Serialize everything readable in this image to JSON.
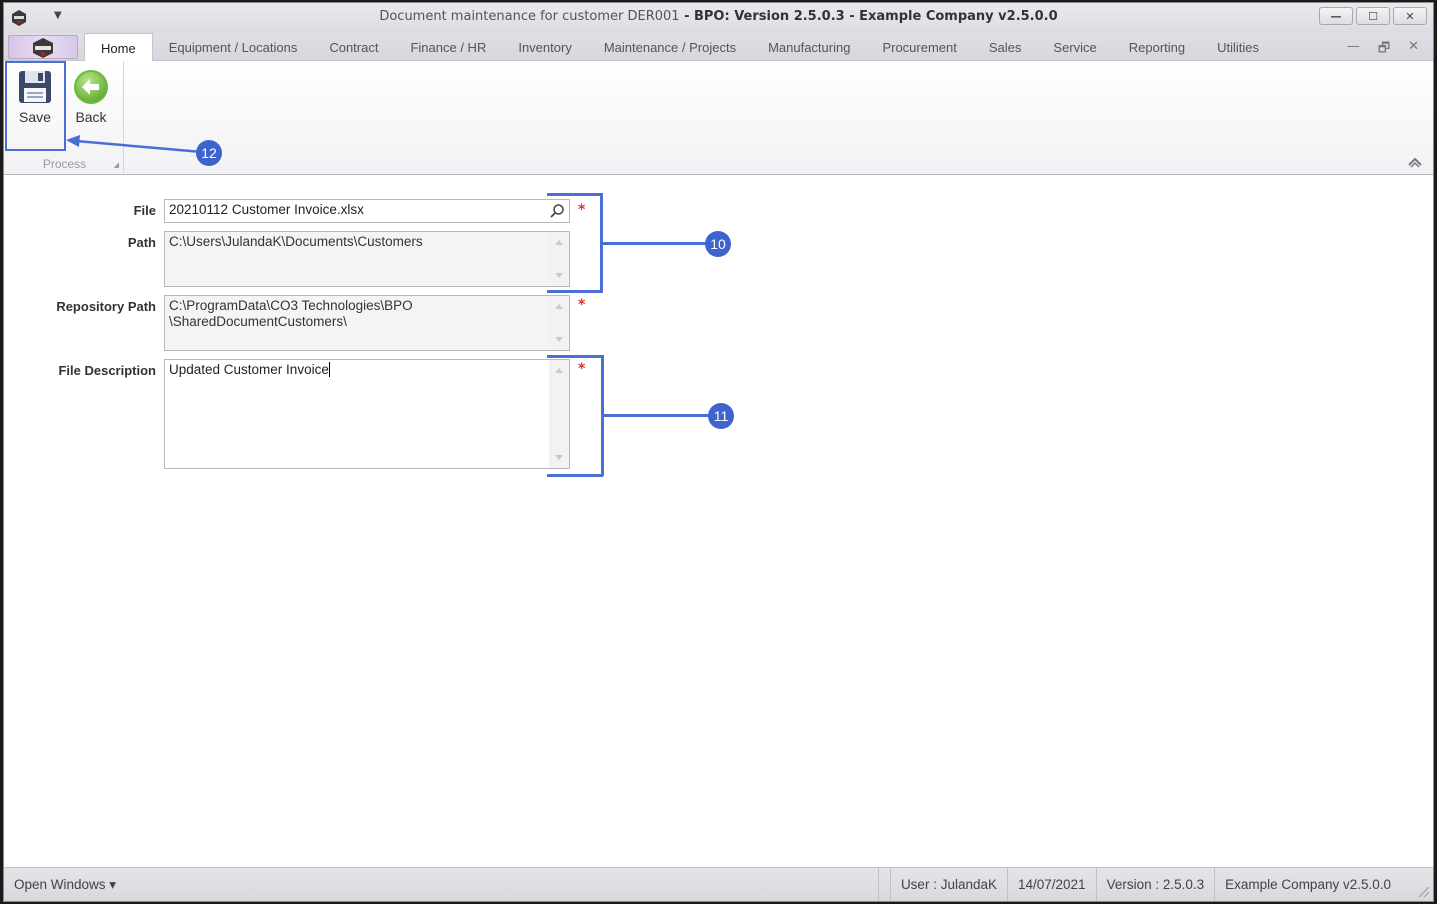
{
  "window": {
    "title_prefix": "Document maintenance for customer DER001",
    "title_suffix": " - BPO: Version 2.5.0.3 - Example Company v2.5.0.0",
    "controls": {
      "minimize": "—",
      "maximize": "☐",
      "close": "✕"
    }
  },
  "quick_access": {
    "dropdown_icon": "▼"
  },
  "tabs": [
    {
      "label": "Home",
      "active": true
    },
    {
      "label": "Equipment / Locations"
    },
    {
      "label": "Contract"
    },
    {
      "label": "Finance / HR"
    },
    {
      "label": "Inventory"
    },
    {
      "label": "Maintenance / Projects"
    },
    {
      "label": "Manufacturing"
    },
    {
      "label": "Procurement"
    },
    {
      "label": "Sales"
    },
    {
      "label": "Service"
    },
    {
      "label": "Reporting"
    },
    {
      "label": "Utilities"
    }
  ],
  "mdi_controls": {
    "minimize": "—",
    "restore": "🗗",
    "close": "✕"
  },
  "ribbon": {
    "groups": [
      {
        "label": "Process",
        "buttons": [
          {
            "label": "Save",
            "icon": "floppy-disk-icon"
          },
          {
            "label": "Back",
            "icon": "back-arrow-icon"
          }
        ]
      }
    ]
  },
  "form": {
    "file": {
      "label": "File",
      "value": "20210112 Customer Invoice.xlsx",
      "required": "*"
    },
    "path": {
      "label": "Path",
      "value": "C:\\Users\\JulandaK\\Documents\\Customers"
    },
    "repository_path": {
      "label": "Repository Path",
      "value": "C:\\ProgramData\\CO3 Technologies\\BPO\n\\SharedDocumentCustomers\\",
      "required": "*"
    },
    "file_description": {
      "label": "File Description",
      "value": "Updated Customer Invoice",
      "required": "*"
    }
  },
  "annotations": {
    "badge_10": "10",
    "badge_11": "11",
    "badge_12": "12",
    "color": "#3e63cf"
  },
  "statusbar": {
    "open_windows": "Open Windows ▾",
    "user": "User : JulandaK",
    "date": "14/07/2021",
    "version": "Version : 2.5.0.3",
    "company": "Example Company v2.5.0.0"
  }
}
